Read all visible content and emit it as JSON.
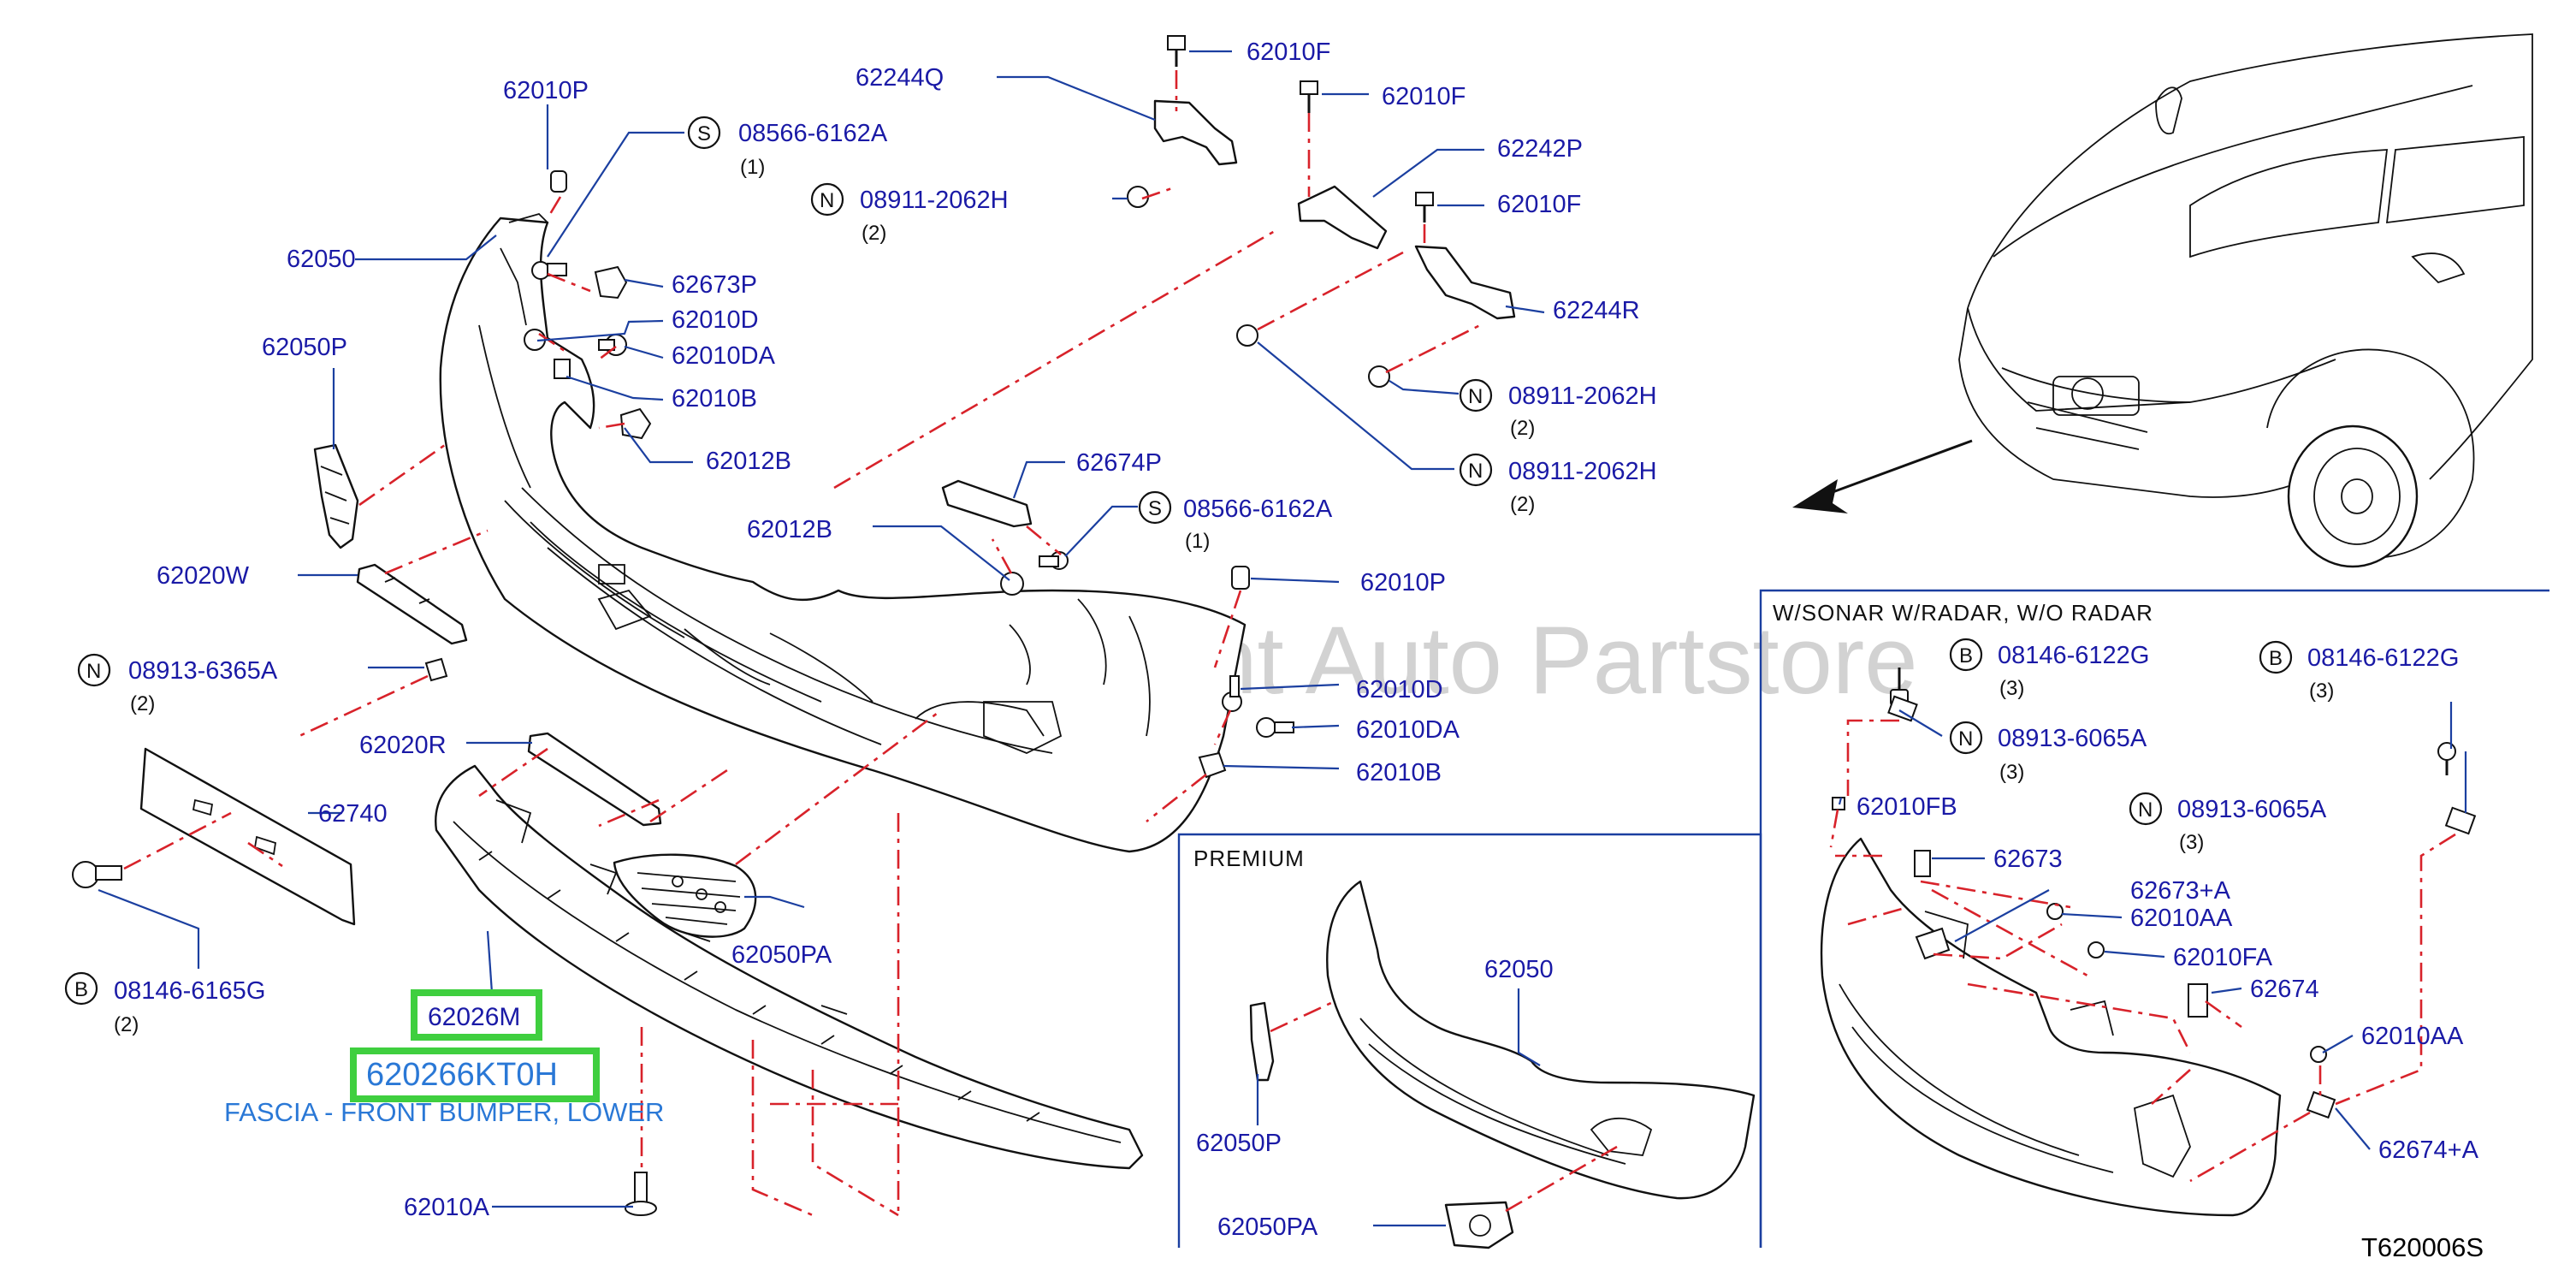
{
  "watermark": "Multi-Merchant Auto Partstore",
  "diagram_ref": "T620006S",
  "highlight": {
    "part_code": "62026M",
    "part_number": "620266KT0H",
    "description": "FASCIA - FRONT BUMPER, LOWER",
    "highlight_color": "#3fcf3f",
    "text_color": "#2a78d6"
  },
  "colors": {
    "label": "#1a1aa6",
    "leader": "#1b3fa0",
    "dash": "#d8222a"
  },
  "sections": {
    "premium": "PREMIUM",
    "sonar": "W/SONAR   W/RADAR,  W/O  RADAR"
  },
  "labels": {
    "c62010P_a": "62010P",
    "c08566_a": "08566-6162A",
    "c08566_a_mark": "S",
    "c08566_a_qty": "(1)",
    "c62050": "62050",
    "c62673P": "62673P",
    "c62010D_a": "62010D",
    "c62010DA_a": "62010DA",
    "c62050P": "62050P",
    "c62010B_a": "62010B",
    "c62012B_a": "62012B",
    "c62244Q": "62244Q",
    "c62010F_a": "62010F",
    "c62010F_b": "62010F",
    "c08911_a": "08911-2062H",
    "c08911_a_mark": "N",
    "c08911_a_qty": "(2)",
    "c62242P": "62242P",
    "c62010F_c": "62010F",
    "c62244R": "62244R",
    "c08911_b": "08911-2062H",
    "c08911_b_mark": "N",
    "c08911_b_qty": "(2)",
    "c08911_c": "08911-2062H",
    "c08911_c_mark": "N",
    "c08911_c_qty": "(2)",
    "c62674P": "62674P",
    "c08566_b": "08566-6162A",
    "c08566_b_mark": "S",
    "c08566_b_qty": "(1)",
    "c62012B_b": "62012B",
    "c62010P_b": "62010P",
    "c62020W": "62020W",
    "c08913_a": "08913-6365A",
    "c08913_a_mark": "N",
    "c08913_a_qty": "(2)",
    "c62010D_b": "62010D",
    "c62010DA_b": "62010DA",
    "c62020R": "62020R",
    "c62010B_b": "62010B",
    "c62740": "62740",
    "c62050PA": "62050PA",
    "c08146_a": "08146-6165G",
    "c08146_a_mark": "B",
    "c08146_a_qty": "(2)",
    "c62010A": "62010A",
    "p62050": "62050",
    "p62050P": "62050P",
    "p62050PA": "62050PA",
    "s08146_a": "08146-6122G",
    "s08146_a_mark": "B",
    "s08146_a_qty": "(3)",
    "s08146_b": "08146-6122G",
    "s08146_b_mark": "B",
    "s08146_b_qty": "(3)",
    "s08913_a": "08913-6065A",
    "s08913_a_mark": "N",
    "s08913_a_qty": "(3)",
    "s08913_b": "08913-6065A",
    "s08913_b_mark": "N",
    "s08913_b_qty": "(3)",
    "s62010FB": "62010FB",
    "s62673": "62673",
    "s62673A": "62673+A",
    "s62010AA_a": "62010AA",
    "s62010FA": "62010FA",
    "s62674": "62674",
    "s62010AA_b": "62010AA",
    "s62674A": "62674+A"
  }
}
